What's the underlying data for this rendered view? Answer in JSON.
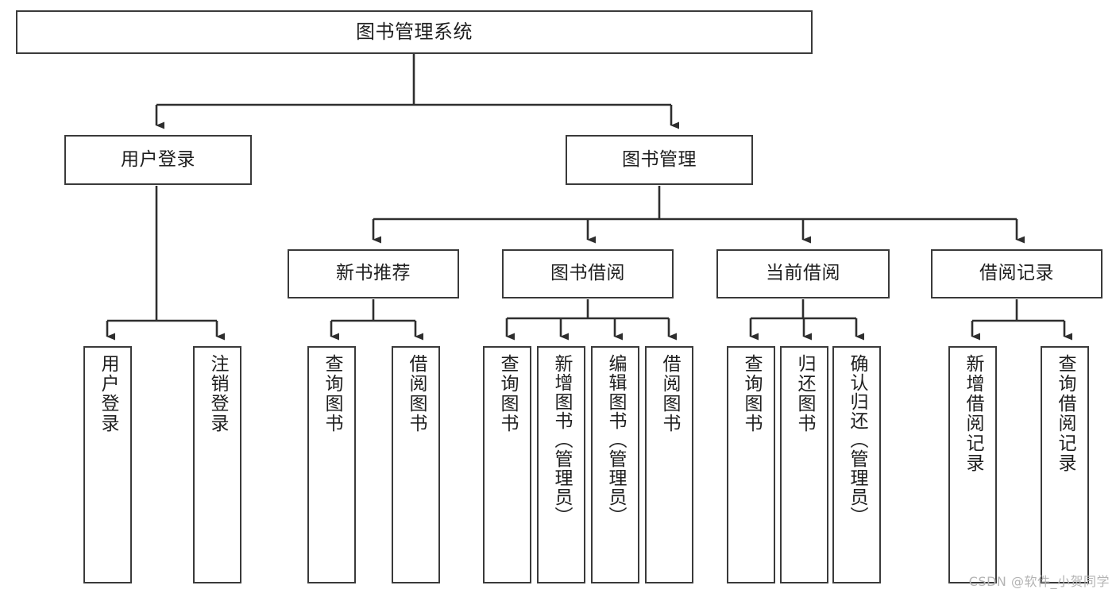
{
  "diagram": {
    "title": "图书管理系统",
    "type": "tree-hierarchy",
    "root": {
      "id": "root",
      "label": "图书管理系统"
    },
    "level2": [
      {
        "id": "user-login",
        "label": "用户登录"
      },
      {
        "id": "book-manage",
        "label": "图书管理"
      }
    ],
    "level3": [
      {
        "id": "new-book-recommend",
        "label": "新书推荐",
        "parent": "book-manage"
      },
      {
        "id": "book-borrow",
        "label": "图书借阅",
        "parent": "book-manage"
      },
      {
        "id": "current-borrow",
        "label": "当前借阅",
        "parent": "book-manage"
      },
      {
        "id": "borrow-record",
        "label": "借阅记录",
        "parent": "book-manage"
      }
    ],
    "leaves": [
      {
        "id": "leaf-user-login",
        "label": "用户登录",
        "parent": "user-login"
      },
      {
        "id": "leaf-user-logout",
        "label": "注销登录",
        "parent": "user-login"
      },
      {
        "id": "leaf-query-book-1",
        "label": "查询图书",
        "parent": "new-book-recommend"
      },
      {
        "id": "leaf-borrow-book-1",
        "label": "借阅图书",
        "parent": "new-book-recommend"
      },
      {
        "id": "leaf-query-book-2",
        "label": "查询图书",
        "parent": "book-borrow"
      },
      {
        "id": "leaf-add-book",
        "label": "新增图书（管理员）",
        "parent": "book-borrow"
      },
      {
        "id": "leaf-edit-book",
        "label": "编辑图书（管理员）",
        "parent": "book-borrow"
      },
      {
        "id": "leaf-borrow-book-2",
        "label": "借阅图书",
        "parent": "book-borrow"
      },
      {
        "id": "leaf-query-book-3",
        "label": "查询图书",
        "parent": "current-borrow"
      },
      {
        "id": "leaf-return-book",
        "label": "归还图书",
        "parent": "current-borrow"
      },
      {
        "id": "leaf-confirm-return",
        "label": "确认归还（管理员）",
        "parent": "current-borrow"
      },
      {
        "id": "leaf-add-record",
        "label": "新增借阅记录",
        "parent": "borrow-record"
      },
      {
        "id": "leaf-query-record",
        "label": "查询借阅记录",
        "parent": "borrow-record"
      }
    ]
  },
  "watermark": {
    "text": "CSDN @软件_小贺同学"
  },
  "colors": {
    "stroke": "#3a3a3a",
    "text": "#1f1f1f",
    "background": "#ffffff",
    "watermark": "#b4b4b4"
  }
}
